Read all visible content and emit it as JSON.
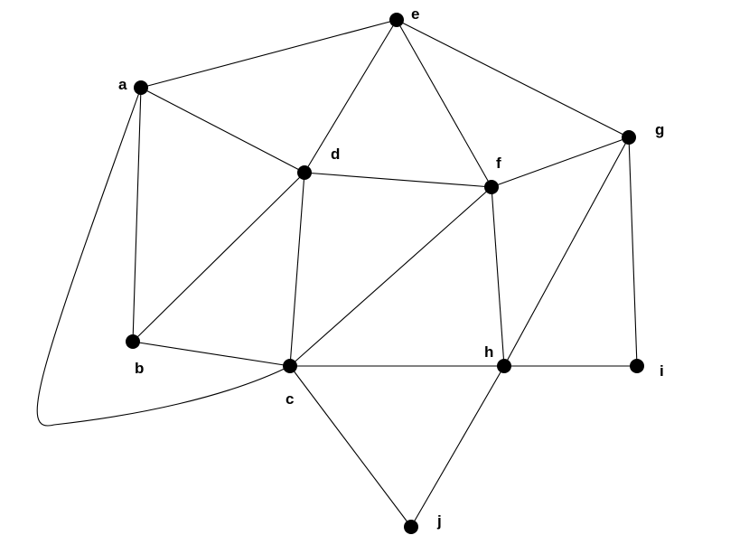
{
  "graph": {
    "nodes": [
      {
        "id": "a",
        "label": "a"
      },
      {
        "id": "b",
        "label": "b"
      },
      {
        "id": "c",
        "label": "c"
      },
      {
        "id": "d",
        "label": "d"
      },
      {
        "id": "e",
        "label": "e"
      },
      {
        "id": "f",
        "label": "f"
      },
      {
        "id": "g",
        "label": "g"
      },
      {
        "id": "h",
        "label": "h"
      },
      {
        "id": "i",
        "label": "i"
      },
      {
        "id": "j",
        "label": "j"
      }
    ],
    "edges": [
      [
        "a",
        "e"
      ],
      [
        "a",
        "d"
      ],
      [
        "a",
        "b"
      ],
      [
        "a",
        "c"
      ],
      [
        "e",
        "d"
      ],
      [
        "e",
        "f"
      ],
      [
        "e",
        "g"
      ],
      [
        "d",
        "f"
      ],
      [
        "d",
        "b"
      ],
      [
        "d",
        "c"
      ],
      [
        "f",
        "g"
      ],
      [
        "f",
        "c"
      ],
      [
        "f",
        "h"
      ],
      [
        "g",
        "h"
      ],
      [
        "g",
        "i"
      ],
      [
        "b",
        "c"
      ],
      [
        "c",
        "h"
      ],
      [
        "c",
        "j"
      ],
      [
        "h",
        "i"
      ],
      [
        "h",
        "j"
      ]
    ],
    "colors": {
      "node": "#000000",
      "edge": "#000000",
      "background": "#ffffff"
    }
  }
}
